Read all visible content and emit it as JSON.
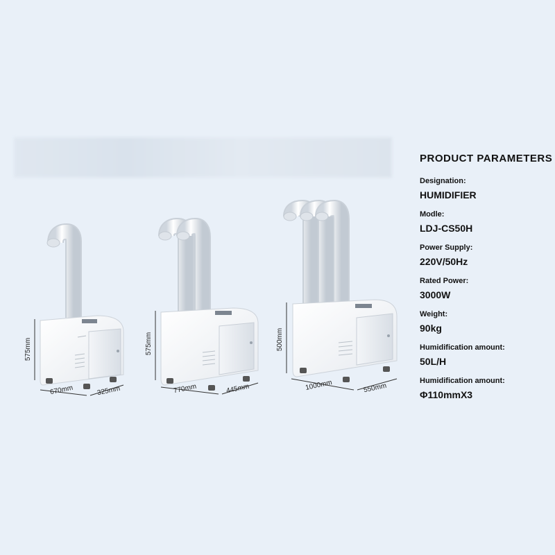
{
  "params": {
    "title": "PRODUCT PARAMETERS",
    "rows": [
      {
        "label": "Designation:",
        "value": "HUMIDIFIER"
      },
      {
        "label": "Modle:",
        "value": "LDJ-CS50H"
      },
      {
        "label": "Power Supply:",
        "value": "220V/50Hz"
      },
      {
        "label": "Rated Power:",
        "value": "3000W"
      },
      {
        "label": "Weight:",
        "value": "90kg"
      },
      {
        "label": "Humidification amount:",
        "value": "50L/H"
      },
      {
        "label": "Humidification amount:",
        "value": "Φ110mmX3"
      }
    ]
  },
  "dimensions": {
    "unit1": {
      "height": "575mm",
      "width": "670mm",
      "depth": "325mm"
    },
    "unit2": {
      "height": "575mm",
      "width": "770mm",
      "depth": "445mm"
    },
    "unit3": {
      "height": "500mm",
      "width": "1000mm",
      "depth": "550mm"
    }
  }
}
